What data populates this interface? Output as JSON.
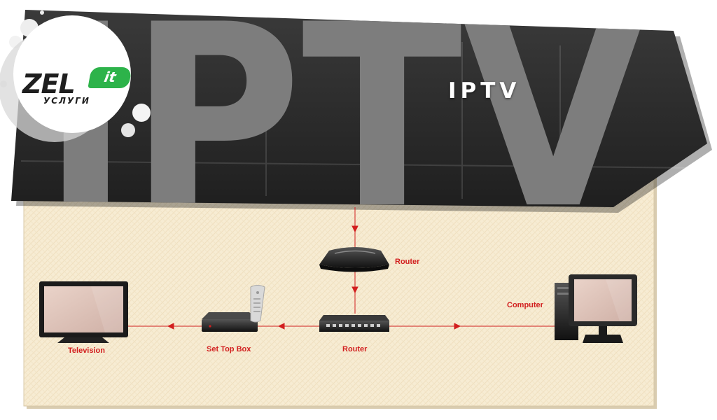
{
  "header": {
    "title": "IPTV",
    "watermark": "IPTV"
  },
  "logo": {
    "brand": "ZEL",
    "badge": "it",
    "subtitle": "УСЛУГИ"
  },
  "diagram": {
    "nodes": {
      "router_top": {
        "label": "Router",
        "icon": "wireless-router-icon"
      },
      "router_switch": {
        "label": "Router",
        "icon": "network-switch-icon"
      },
      "set_top_box": {
        "label": "Set Top Box",
        "icon": "set-top-box-icon"
      },
      "television": {
        "label": "Television",
        "icon": "television-icon"
      },
      "computer": {
        "label": "Computer",
        "icon": "desktop-computer-icon"
      }
    },
    "edges": [
      {
        "from": "header",
        "to": "router_top"
      },
      {
        "from": "router_top",
        "to": "router_switch"
      },
      {
        "from": "router_switch",
        "to": "set_top_box"
      },
      {
        "from": "set_top_box",
        "to": "television"
      },
      {
        "from": "router_switch",
        "to": "computer"
      }
    ]
  },
  "colors": {
    "header_dark": "#2b2b2b",
    "header_letters": "#7a7a7a",
    "panel_bg": "#f6ead0",
    "connector": "#d21f1f",
    "logo_green": "#2db34a"
  }
}
